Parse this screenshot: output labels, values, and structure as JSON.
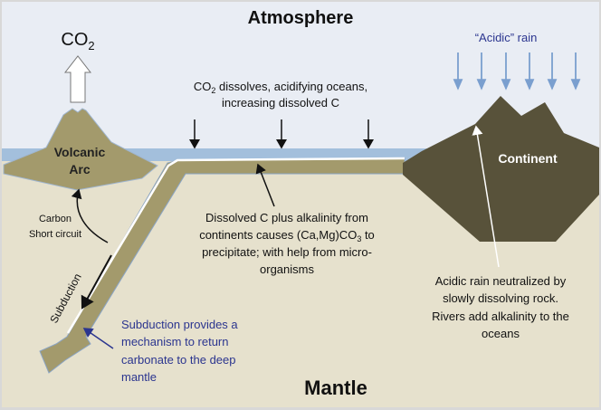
{
  "labels": {
    "atmosphere": "Atmosphere",
    "co2_main": "CO",
    "co2_sub": "2",
    "acidic_rain": "“Acidic” rain",
    "co2_dissolves_1a": "CO",
    "co2_dissolves_1sub": "2",
    "co2_dissolves_1b": " dissolves, acidifying oceans,",
    "co2_dissolves_2": "increasing dissolved C",
    "volcanic": "Volcanic",
    "arc": "Arc",
    "continent": "Continent",
    "carbon": "Carbon",
    "short_circuit": "Short circuit",
    "dissolved_1": "Dissolved C plus alkalinity from",
    "dissolved_2a": "continents causes (Ca,Mg)CO",
    "dissolved_2sub": "3",
    "dissolved_2b": " to",
    "dissolved_3": "precipitate; with help from micro-",
    "dissolved_4": "organisms",
    "neutralized_1": "Acidic rain neutralized by",
    "neutralized_2": "slowly dissolving rock.",
    "neutralized_3": "Rivers add alkalinity to the",
    "neutralized_4": "oceans",
    "subduction": "Subduction",
    "subduction_note_1": "Subduction provides a",
    "subduction_note_2": "mechanism to return",
    "subduction_note_3": "carbonate to the deep",
    "subduction_note_4": "mantle",
    "mantle": "Mantle"
  },
  "colors": {
    "sky": "#e9edf4",
    "ocean": "#a3bfdc",
    "mantle": "#e6e1cd",
    "plate": "#a39a6c",
    "continent": "#58523a",
    "rain": "#7a9fcf",
    "note_blue": "#2b358f"
  }
}
